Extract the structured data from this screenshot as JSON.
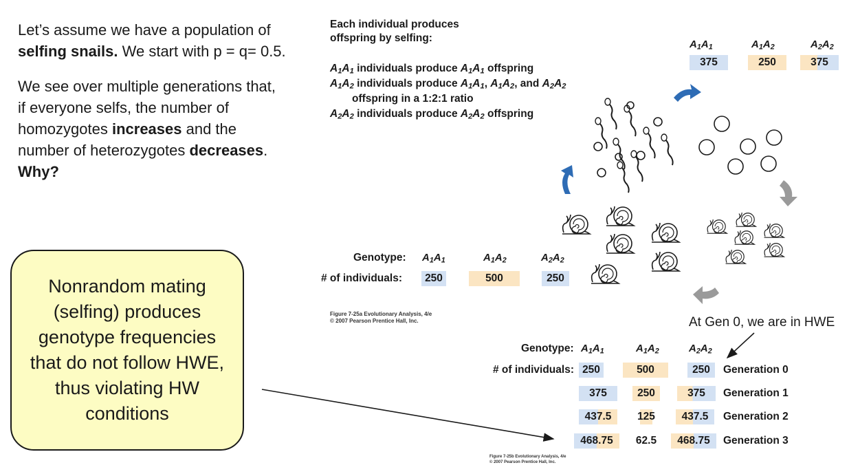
{
  "intro": {
    "p1_a": "Let’s assume we have a population of ",
    "p1_b": "selfing snails.",
    "p1_c": " We start with p = q= 0.5.",
    "p2_a": "We see over multiple generations that, if everyone selfs, the number of homozygotes ",
    "p2_b": "increases",
    "p2_c": " and the number of heterozygotes ",
    "p2_d": "decreases",
    "p2_e": ". ",
    "p2_f": "Why?"
  },
  "callout": "Nonrandom mating (selfing) produces genotype frequencies that do not follow HWE, thus violating HW conditions",
  "figure_a": {
    "title": "Each individual produces offspring by selfing:",
    "rule1_rest": " individuals produce ",
    "rule1_end": " offspring",
    "rule2_rest": " individuals produce ",
    "rule2_and": ", and ",
    "rule3": "offspring in a 1:2:1 ratio",
    "rule4_rest": " individuals produce ",
    "rule4_end": " offspring",
    "genotype_label": "Genotype:",
    "count_label": "# of individuals:",
    "start_counts": [
      "250",
      "500",
      "250"
    ],
    "top_counts": [
      "375",
      "250",
      "375"
    ],
    "caption_line1": "Figure 7-25a  Evolutionary Analysis, 4/e",
    "caption_line2": "© 2007 Pearson Prentice Hall, Inc."
  },
  "genotypes": {
    "a1a1": [
      "A",
      "1",
      "A",
      "1"
    ],
    "a1a2": [
      "A",
      "1",
      "A",
      "2"
    ],
    "a2a2": [
      "A",
      "2",
      "A",
      "2"
    ]
  },
  "hwe_note": "At Gen 0, we are in HWE",
  "figure_b": {
    "genotype_label": "Genotype:",
    "count_label": "# of individuals:",
    "rows": [
      {
        "a1a1": "250",
        "a1a2": "500",
        "a2a2": "250",
        "label": "Generation 0"
      },
      {
        "a1a1": "375",
        "a1a2": "250",
        "a2a2": "375",
        "label": "Generation 1"
      },
      {
        "a1a1": "437.5",
        "a1a2": "125",
        "a2a2": "437.5",
        "label": "Generation 2"
      },
      {
        "a1a1": "468.75",
        "a1a2": "62.5",
        "a2a2": "468.75",
        "label": "Generation 3"
      }
    ],
    "caption_line1": "Figure 7-25b  Evolutionary Analysis, 4/e",
    "caption_line2": "© 2007 Pearson Prentice Hall, Inc."
  },
  "colors": {
    "blue_cell": "#d3e1f3",
    "tan_cell": "#fbe5c2",
    "callout_fill": "#fdfcc3",
    "arrow_blue": "#2e6cb5",
    "arrow_gray": "#9a9a9a"
  }
}
